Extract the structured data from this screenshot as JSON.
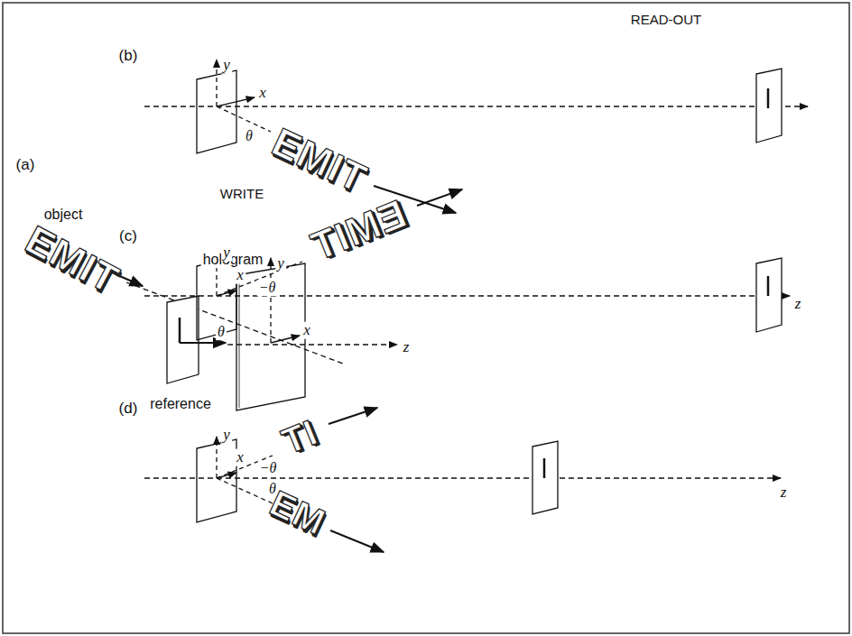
{
  "diagram": {
    "labels": [
      "WRITE",
      "READ-OUT",
      "(a)",
      "object",
      "EMIT",
      "hologram",
      "y",
      "x",
      "θ",
      "z",
      "reference",
      "(b)",
      "y",
      "x",
      "θ",
      "EMIT",
      "(c)",
      "y",
      "TIMƎ",
      "x",
      "−θ",
      "z",
      "(d)",
      "y",
      "TI",
      "x",
      "−θ",
      "θ",
      "EM",
      "z"
    ]
  }
}
